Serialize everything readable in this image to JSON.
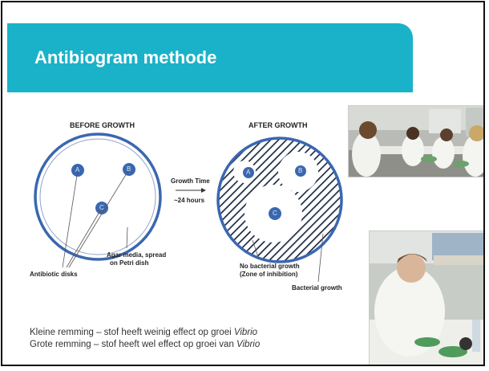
{
  "slide": {
    "title": "Antibiogram methode"
  },
  "diagram": {
    "before_heading": "BEFORE GROWTH",
    "after_heading": "AFTER GROWTH",
    "growth_time": "Growth Time",
    "growth_duration": "~24 hours",
    "disk_a": "A",
    "disk_b": "B",
    "disk_c": "C",
    "label_antibiotic_disks": "Antibiotic disks",
    "label_agar_line1": "Agar media, spread",
    "label_agar_line2": "on Petri dish",
    "label_no_growth_line1": "No bacterial growth",
    "label_no_growth_line2": "(Zone of inhibition)",
    "label_bacterial_growth": "Bacterial growth",
    "colors": {
      "dish_ring": "#3b67b0",
      "disk_fill": "#3b67b0",
      "hatch": "#1d2a44",
      "accent": "#1ab2c8"
    }
  },
  "caption": {
    "line1_text": "Kleine remming – stof heeft weinig effect op groei ",
    "line1_italic": "Vibrio",
    "line2_text": "Grote remming – stof heeft wel effect op groei van ",
    "line2_italic": "Vibrio"
  },
  "photos": {
    "top": "lab-students-photo",
    "bottom": "student-petri-dish-photo"
  }
}
